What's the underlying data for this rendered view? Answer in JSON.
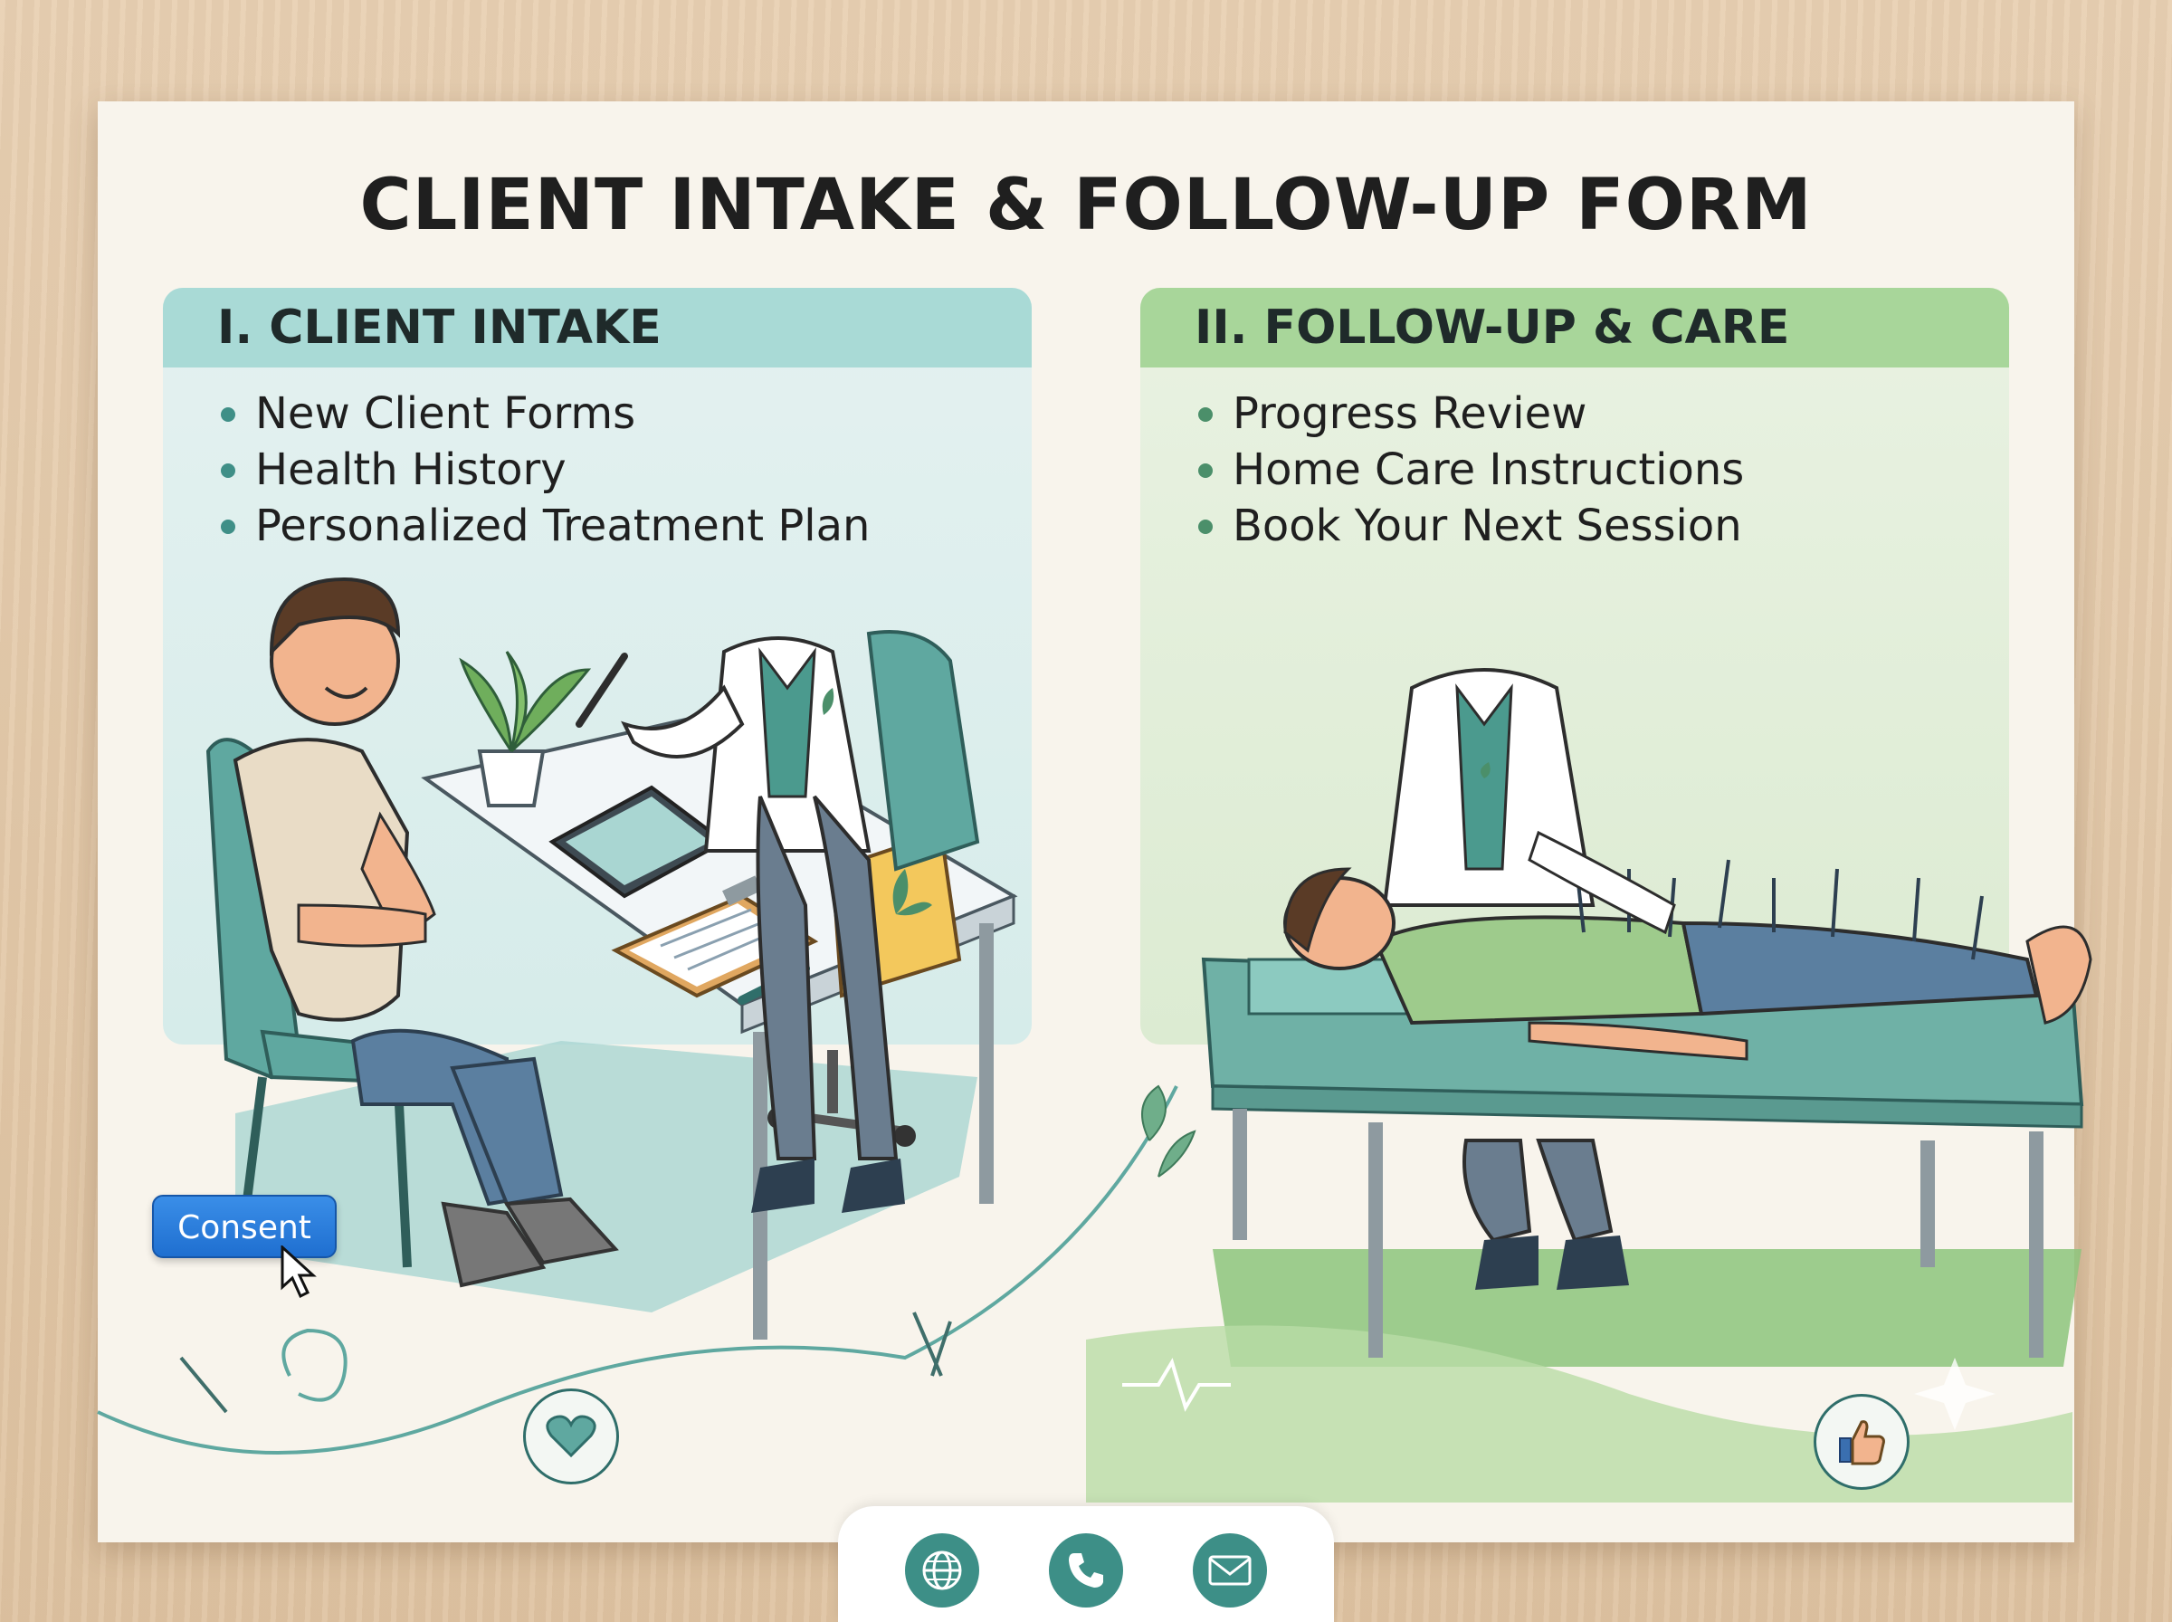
{
  "page": {
    "title": "CLIENT INTAKE & FOLLOW-UP FORM"
  },
  "intake": {
    "heading": "I. CLIENT INTAKE",
    "items": [
      "New Client Forms",
      "Health History",
      "Personalized Treatment Plan"
    ]
  },
  "followup": {
    "heading": "II. FOLLOW-UP & CARE",
    "items": [
      "Progress Review",
      "Home Care Instructions",
      "Book Your Next Session"
    ]
  },
  "consent_button": {
    "label": "Consent"
  },
  "footer": {
    "icons": [
      "globe-icon",
      "phone-icon",
      "mail-icon"
    ]
  },
  "badges": [
    "heart-icon",
    "thumbs-up-icon"
  ],
  "colors": {
    "intake_header": "#a9dad6",
    "followup_header": "#a8d69a",
    "accent": "#3d8f87",
    "consent_blue": "#1f6fd0"
  }
}
